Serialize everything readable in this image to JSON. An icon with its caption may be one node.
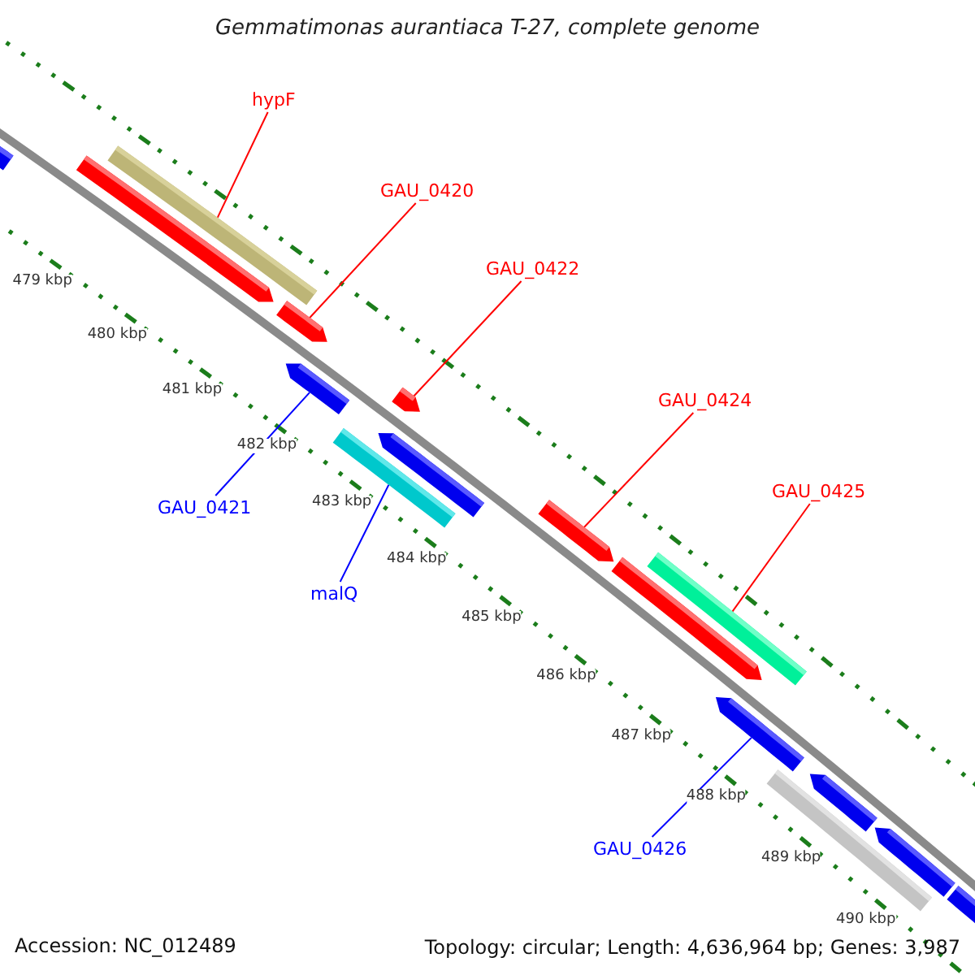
{
  "diagram": {
    "title": "Gemmatimonas aurantiaca T-27, complete genome",
    "nodes": [
      {
        "text": [
          "hypF"
        ]
      },
      {
        "text": [],
        "shape": "bar"
      },
      {
        "text": [
          "GAU_0420"
        ]
      },
      {
        "text": [],
        "shape": "bar"
      },
      {
        "text": [
          "GAU_0422"
        ]
      },
      {
        "text": [],
        "shape": "bar"
      },
      {
        "text": [
          "GAU_0424"
        ]
      },
      {
        "text": [],
        "shape": "bar"
      },
      {
        "text": [
          "GAU_0425"
        ]
      },
      {
        "text": [],
        "shape": "bar"
      },
      {
        "text": [
          "GAU_0421"
        ]
      },
      {
        "text": [],
        "shape": "bar"
      },
      {
        "text": [
          "malQ"
        ]
      },
      {
        "text": [],
        "shape": "bar"
      },
      {
        "text": [
          "GAU_0426"
        ]
      },
      {
        "text": [],
        "shape": "bar"
      },
      {
        "text": [],
        "shape": "bar"
      },
      {
        "text": [],
        "shape": "bar"
      },
      {
        "text": [],
        "shape": "bar"
      },
      {
        "text": [],
        "shape": "bar"
      },
      {
        "text": [],
        "shape": "bar"
      },
      {
        "text": [],
        "shape": "bar"
      },
      {
        "text": [],
        "shape": "bar"
      },
      {
        "text": [],
        "shape": "bar"
      }
    ],
    "edges": [
      {
        "from": 0,
        "to": 1,
        "arrow": "none"
      },
      {
        "from": 2,
        "to": 3,
        "arrow": "none"
      },
      {
        "from": 4,
        "to": 5,
        "arrow": "none"
      },
      {
        "from": 6,
        "to": 7,
        "arrow": "none"
      },
      {
        "from": 8,
        "to": 9,
        "arrow": "none"
      },
      {
        "from": 10,
        "to": 11,
        "arrow": "none",
        "color": "#0000ff"
      },
      {
        "from": 12,
        "to": 13,
        "arrow": "none",
        "color": "#0000ff"
      },
      {
        "from": 14,
        "to": 15,
        "arrow": "none",
        "color": "#0000ff"
      }
    ],
    "labels": [
      "479 kbp",
      "480 kbp",
      "481 kbp",
      "482 kbp",
      "483 kbp",
      "484 kbp",
      "485 kbp",
      "486 kbp",
      "487 kbp",
      "488 kbp",
      "489 kbp",
      "490 kbp",
      "Accession: NC_012489",
      "Topology: circular; Length: 4,636,964 bp; Genes: 3,987"
    ]
  }
}
